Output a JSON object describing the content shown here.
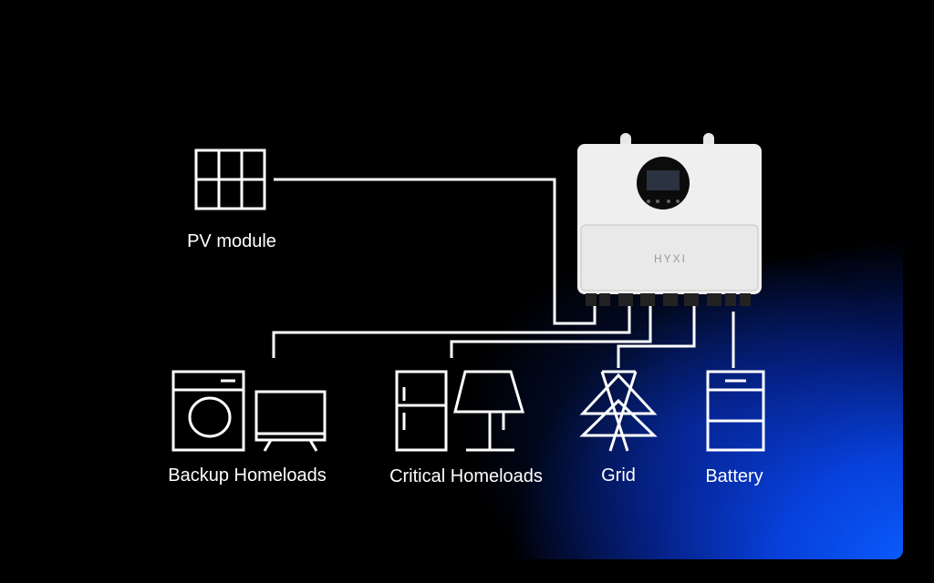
{
  "labels": {
    "pv": "PV  module",
    "backup": "Backup Homeloads",
    "critical": "Critical Homeloads",
    "grid": "Grid",
    "battery": "Battery"
  },
  "inverter": {
    "brand": "HYXI"
  },
  "colors": {
    "accent": "#0a5cff",
    "line": "#ffffff",
    "inverter_body": "#eeeeee"
  }
}
